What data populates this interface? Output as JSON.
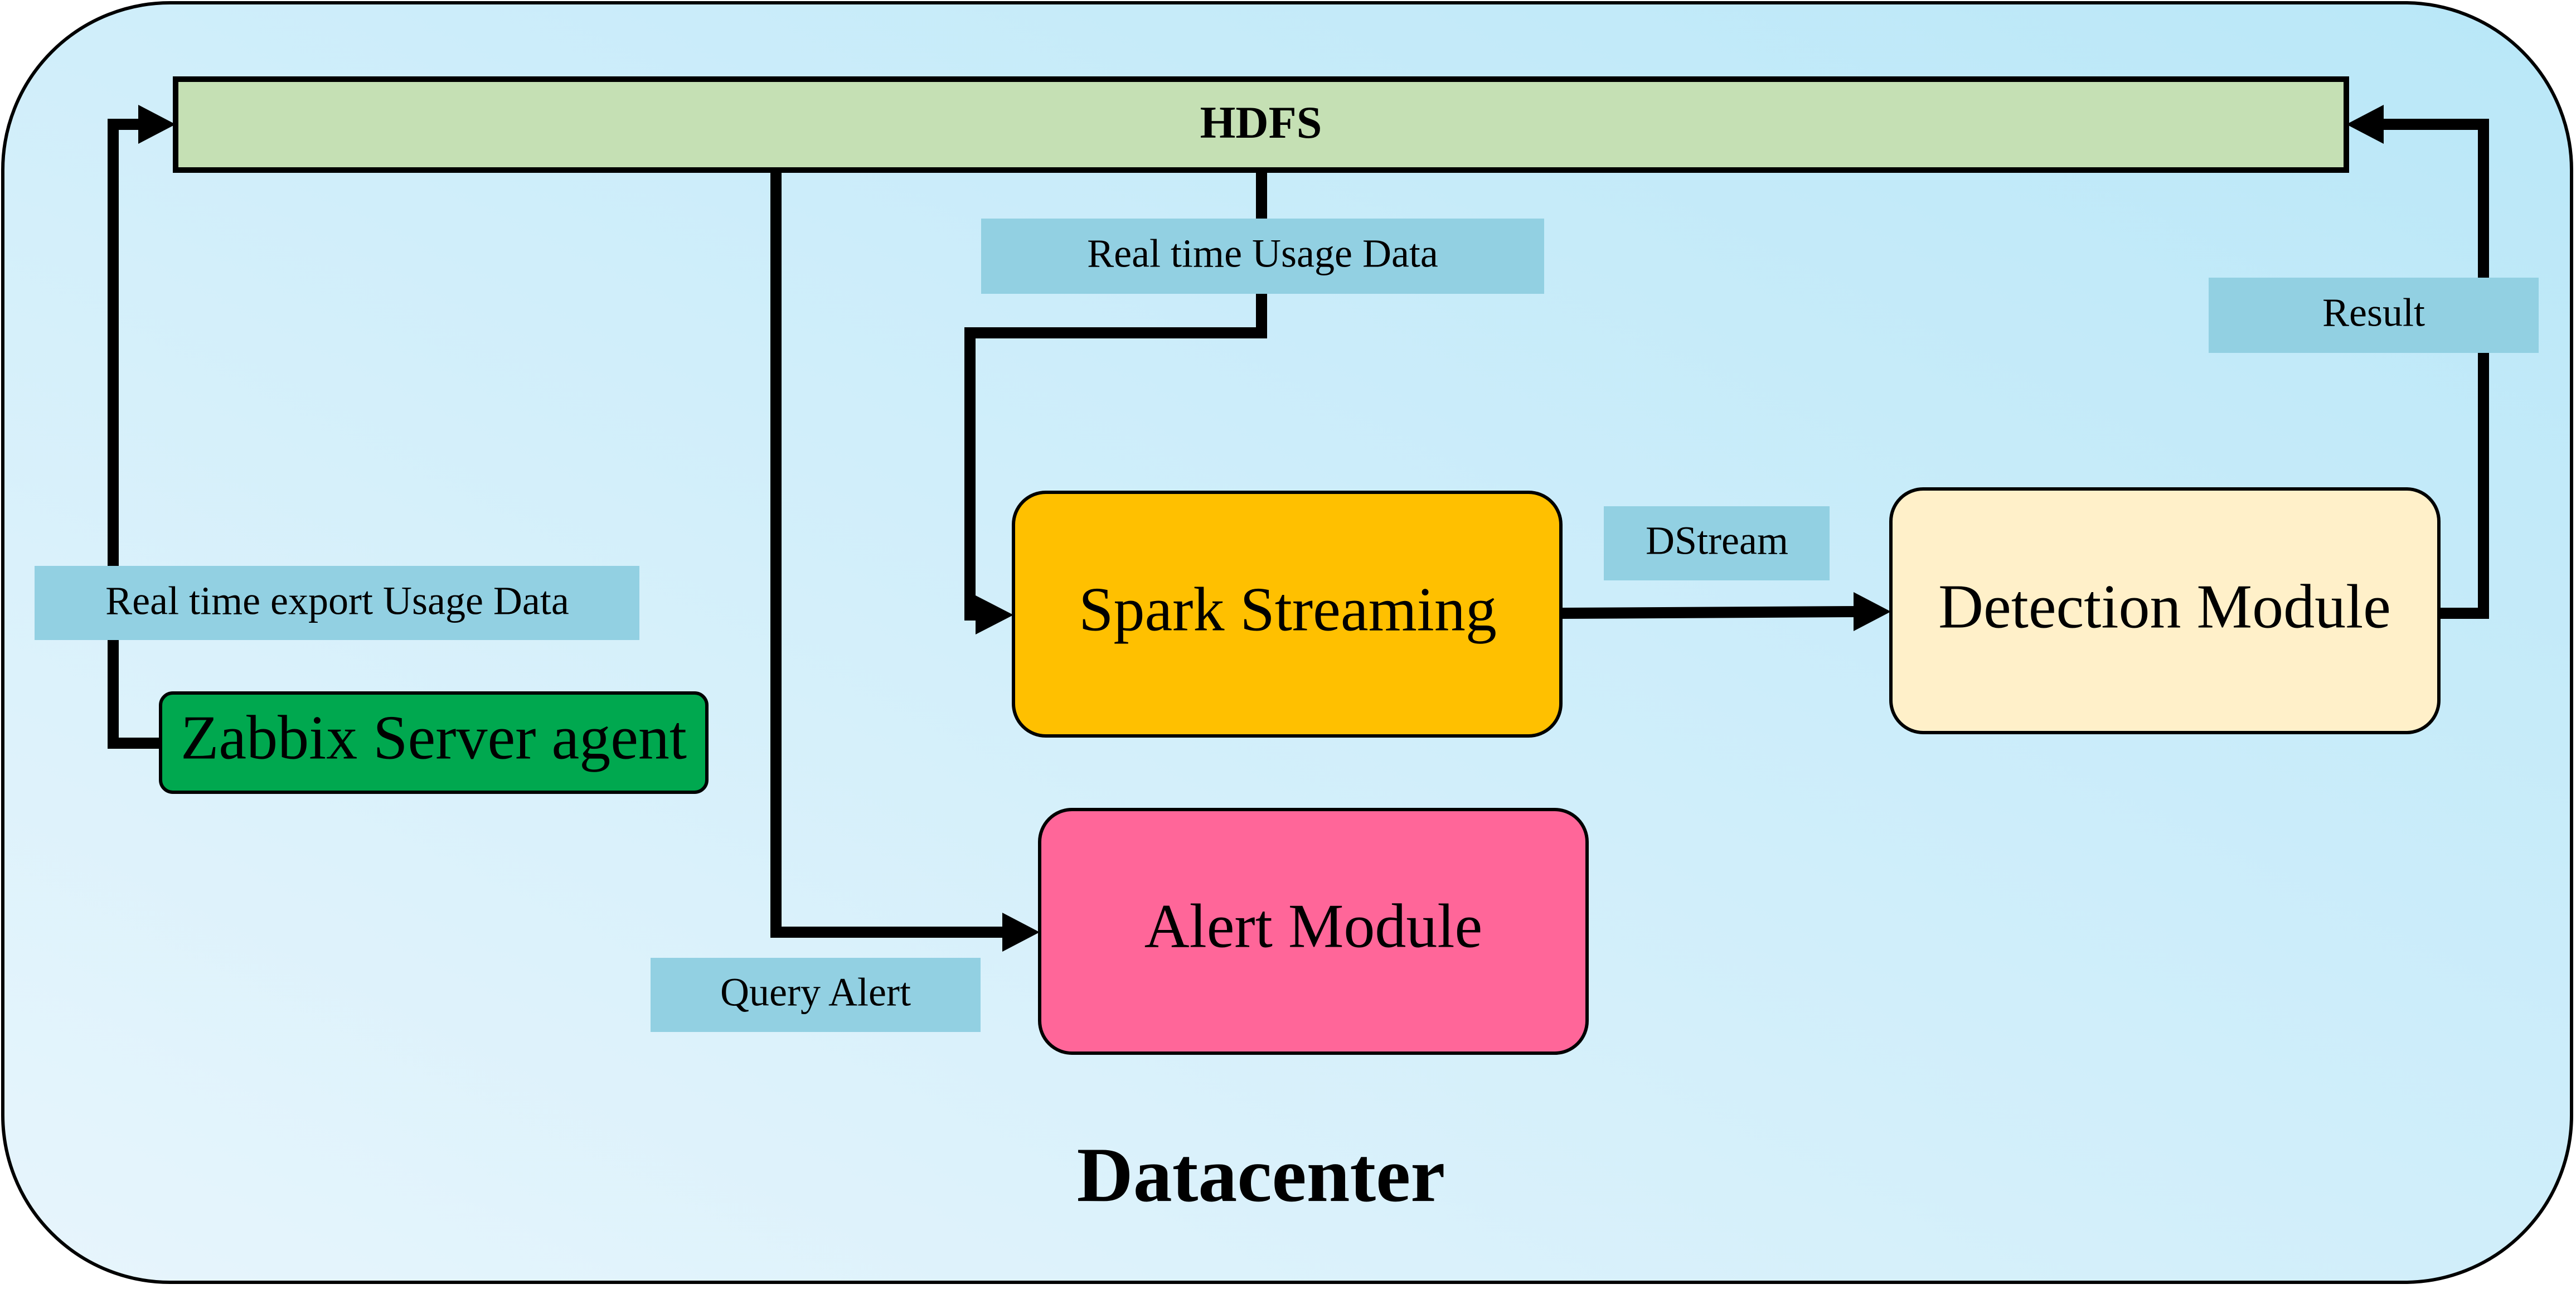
{
  "colors": {
    "background_start": "#e7f5fc",
    "background_end": "#b9e7f8",
    "hdfs_fill": "#c5e0b4",
    "label_fill": "#92d0e2",
    "spark_fill": "#ffc000",
    "detection_fill": "#fff0c9",
    "zabbix_fill": "#00a84f",
    "alert_fill": "#ff6699",
    "stroke": "#000000"
  },
  "container": {
    "title": "Datacenter"
  },
  "nodes": {
    "hdfs": "HDFS",
    "spark": "Spark Streaming",
    "detection": "Detection Module",
    "zabbix": "Zabbix Server agent",
    "alert": "Alert Module"
  },
  "edge_labels": {
    "realtime_usage": "Real time Usage Data",
    "result": "Result",
    "dstream": "DStream",
    "export_usage": "Real time export Usage Data",
    "query_alert": "Query Alert"
  }
}
